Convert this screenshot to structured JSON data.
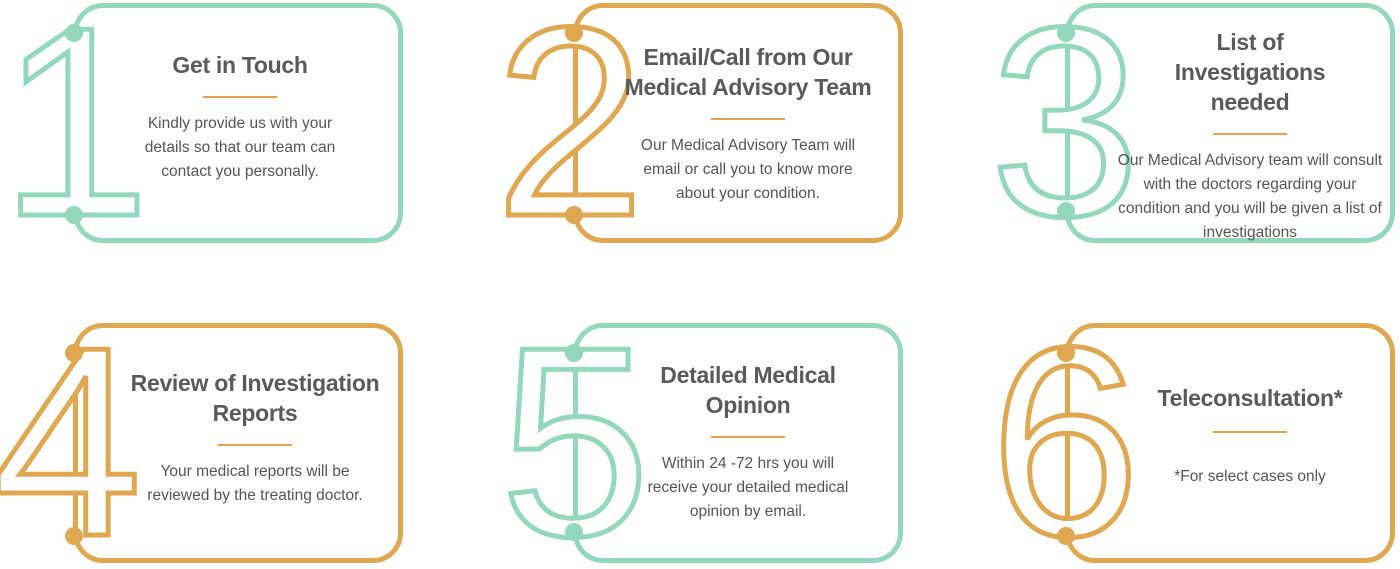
{
  "colors": {
    "teal": "#93d7bd",
    "orange": "#dfa750",
    "text": "#555555"
  },
  "steps": [
    {
      "number": "1",
      "title": "Get in Touch",
      "body": "Kindly provide us with your details so that our team can contact you personally."
    },
    {
      "number": "2",
      "title": "Email/Call from Our Medical Advisory Team",
      "body": "Our Medical Advisory Team will email or call you to know more about your condition."
    },
    {
      "number": "3",
      "title": "List of Investigations needed",
      "body": "Our Medical Advisory team will consult with the doctors regarding your condition and you will be given a list of investigations"
    },
    {
      "number": "4",
      "title": "Review of Investigation Reports",
      "body": "Your medical reports will be reviewed by the treating doctor."
    },
    {
      "number": "5",
      "title": "Detailed Medical Opinion",
      "body": "Within 24 -72 hrs  you will receive your detailed medical opinion by email."
    },
    {
      "number": "6",
      "title": "Teleconsultation*",
      "body": "*For select cases only"
    }
  ]
}
